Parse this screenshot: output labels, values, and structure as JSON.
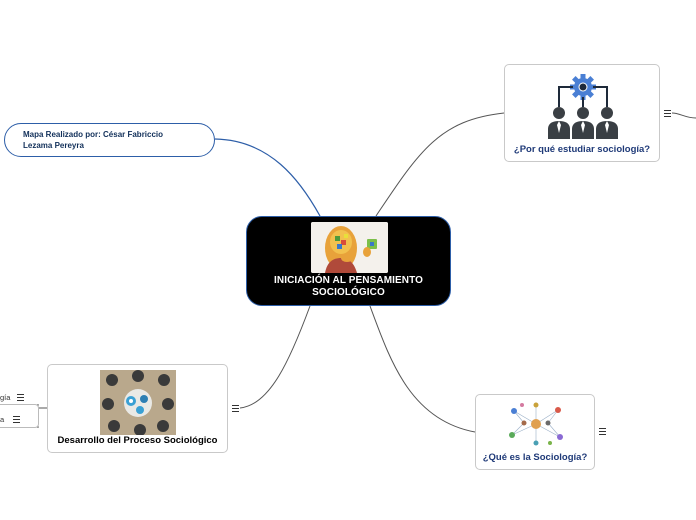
{
  "central": {
    "title": "INICIACIÓN AL PENSAMIENTO SOCIOLÓGICO"
  },
  "branches": {
    "por_que": {
      "label": "¿Por qué estudiar sociología?"
    },
    "que_es": {
      "label": "¿Qué es la Sociología?"
    },
    "desarrollo": {
      "label": "Desarrollo del Proceso Sociológico"
    },
    "autor": {
      "label": "Mapa Realizado por: César Fabriccio Lezama Pereyra"
    }
  },
  "offscreen": {
    "item1_tail": "gía",
    "item2_tail": "a"
  },
  "colors": {
    "accent_blue": "#2d5ea8",
    "label_blue": "#1f3a78",
    "connector_gray": "#555555"
  },
  "icons": [
    "menu-icon",
    "gear-people-icon",
    "network-icon",
    "head-puzzle-icon",
    "teamwork-icon"
  ]
}
